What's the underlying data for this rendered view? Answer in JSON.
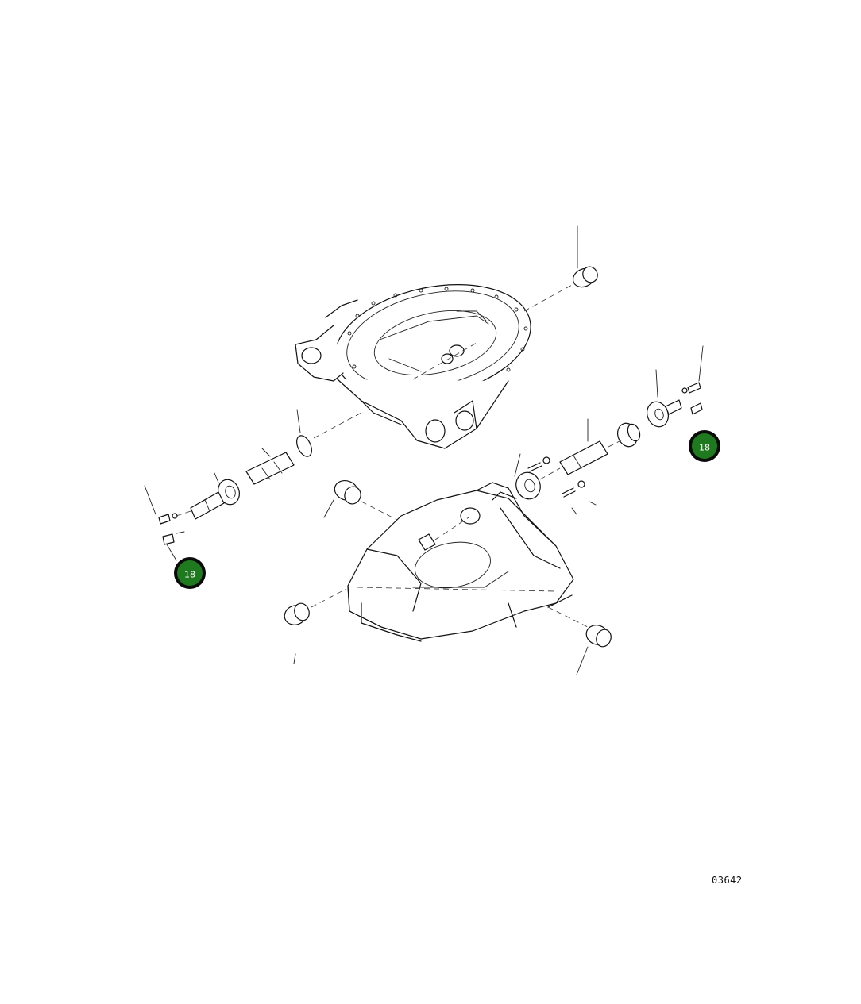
{
  "drawing": {
    "number": "03642"
  },
  "callouts": [
    {
      "id": "callout-right",
      "label": "18"
    },
    {
      "id": "callout-left",
      "label": "18"
    }
  ],
  "colors": {
    "callout_fill": "#1f7a1f",
    "callout_ring": "#0b0b0b",
    "line": "#111111"
  }
}
